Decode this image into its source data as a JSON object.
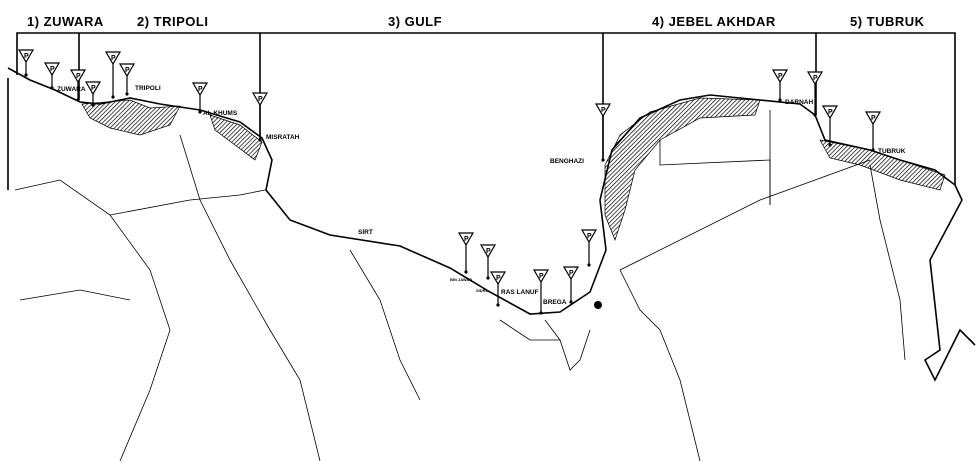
{
  "regions": [
    {
      "label": "1) ZUWARA"
    },
    {
      "label": "2) TRIPOLI"
    },
    {
      "label": "3) GULF"
    },
    {
      "label": "4) JEBEL AKHDAR"
    },
    {
      "label": "5) TUBRUK"
    }
  ],
  "cities": {
    "zuwara": "ZUWARA",
    "tripoli": "TRIPOLI",
    "al_khums": "AL KHUMS",
    "misratah": "MISRATAH",
    "sirt": "SIRT",
    "bin_jawad": "BIN JAWAD",
    "sidra": "SIDRA",
    "ras_lanuf": "RAS LANUF",
    "brega": "BREGA",
    "benghazi": "BENGHAZI",
    "darnah": "DARNAH",
    "tubruk": "TUBRUK"
  },
  "marker_symbol": "P",
  "colors": {
    "ink": "#000000",
    "background": "#ffffff"
  }
}
